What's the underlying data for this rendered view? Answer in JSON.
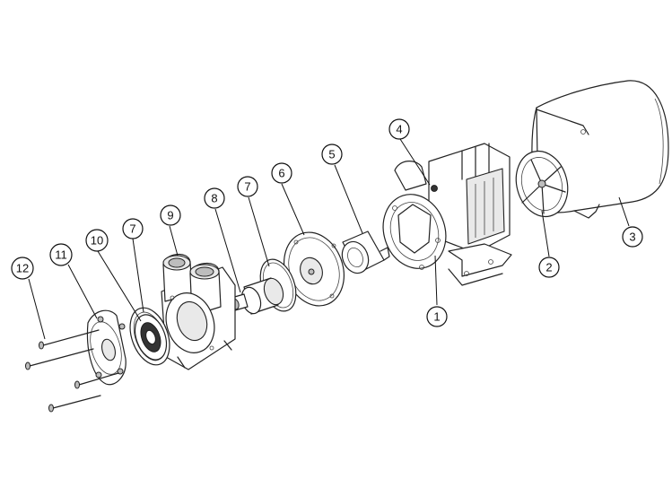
{
  "callouts": [
    {
      "label": "1"
    },
    {
      "label": "2"
    },
    {
      "label": "3"
    },
    {
      "label": "4"
    },
    {
      "label": "5"
    },
    {
      "label": "6"
    },
    {
      "label": "7"
    },
    {
      "label": "8"
    },
    {
      "label": "9"
    },
    {
      "label": "10"
    },
    {
      "label": "7"
    },
    {
      "label": "11"
    },
    {
      "label": "12"
    }
  ]
}
